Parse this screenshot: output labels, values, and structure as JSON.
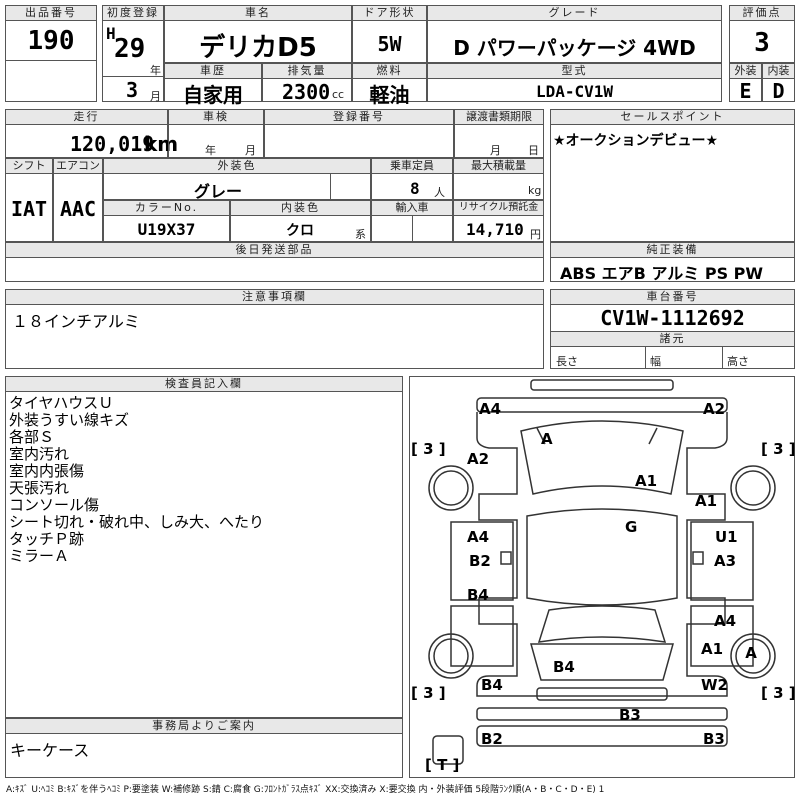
{
  "header": {
    "lot_label": "出品番号",
    "lot": "190",
    "first_reg_label": "初度登録",
    "era": "H",
    "year": "29",
    "year_unit": "年",
    "month": "3",
    "month_unit": "月",
    "car_name_label": "車名",
    "car_name": "デリカD5",
    "door_label": "ドア形状",
    "door": "5W",
    "grade_label": "グレード",
    "grade": "D パワーパッケージ 4WD",
    "score_label": "評価点",
    "score": "3",
    "history_label": "車歴",
    "history": "自家用",
    "displacement_label": "排気量",
    "displacement": "2300",
    "cc": "cc",
    "fuel_label": "燃料",
    "fuel": "軽油",
    "model_label": "型式",
    "model": "LDA-CV1W",
    "exterior_label": "外装",
    "exterior": "E",
    "interior_label": "内装",
    "interior": "D"
  },
  "row2": {
    "mileage_label": "走行",
    "mileage": "120,019",
    "km": "km",
    "inspection_label": "車検",
    "year_unit": "年",
    "month_unit": "月",
    "reg_no_label": "登録番号",
    "transfer_label": "譲渡書類期限",
    "t_month": "月",
    "t_day": "日",
    "shift_label": "シフト",
    "shift": "IAT",
    "ac_label": "エアコン",
    "ac": "AAC",
    "color_label": "外装色",
    "color": "グレー",
    "capacity_label": "乗車定員",
    "capacity": "8",
    "person": "人",
    "load_label": "最大積載量",
    "kg": "kg",
    "colorno_label": "カラーNo.",
    "colorno": "U19X37",
    "intcolor_label": "内装色",
    "intcolor": "クロ",
    "kei": "系",
    "import_label": "輸入車",
    "recycle_label": "リサイクル預託金",
    "recycle": "14,710",
    "yen": "円",
    "later_label": "後日発送部品"
  },
  "sales": {
    "label": "セールスポイント",
    "text": "★オークションデビュー★"
  },
  "equip": {
    "label": "純正装備",
    "text": "ABS エアB アルミ PS PW"
  },
  "caution": {
    "label": "注意事項欄",
    "text": "１８インチアルミ"
  },
  "chassis": {
    "label": "車台番号",
    "number": "CV1W-1112692",
    "spec_label": "諸元",
    "len": "長さ",
    "wid": "幅",
    "hei": "高さ"
  },
  "inspector": {
    "label": "検査員記入欄",
    "lines": [
      "タイヤハウスＵ",
      "外装うすい線キズ",
      "各部Ｓ",
      "室内汚れ",
      "室内内張傷",
      "天張汚れ",
      "コンソール傷",
      "シート切れ・破れ中、しみ大、へたり",
      "タッチＰ跡",
      "ミラーＡ"
    ]
  },
  "office": {
    "label": "事務局よりご案内",
    "text": "キーケース"
  },
  "legend": "A:ｷｽﾞ U:ﾍｺﾐ B:ｷｽﾞを伴うﾍｺﾐ P:要塗装 W:補修跡 S:錆 C:腐食 G:ﾌﾛﾝﾄｶﾞﾗｽ点ｷｽﾞ XX:交換済み X:要交換 内・外装評価 5段階ﾗﾝｸ順(A・B・C・D・E) 1",
  "diagram": {
    "marks": [
      "A4",
      "A2",
      "A",
      "A2",
      "A1",
      "A1",
      "G",
      "A4",
      "U1",
      "B2",
      "A3",
      "B4",
      "A4",
      "B4",
      "A1",
      "A",
      "B4",
      "W2",
      "B3",
      "B2",
      "B3"
    ],
    "tire_tags": [
      "[ 3 ]",
      "[ 3 ]",
      "[ 3 ]",
      "[ 3 ]",
      "[ T ]"
    ]
  }
}
